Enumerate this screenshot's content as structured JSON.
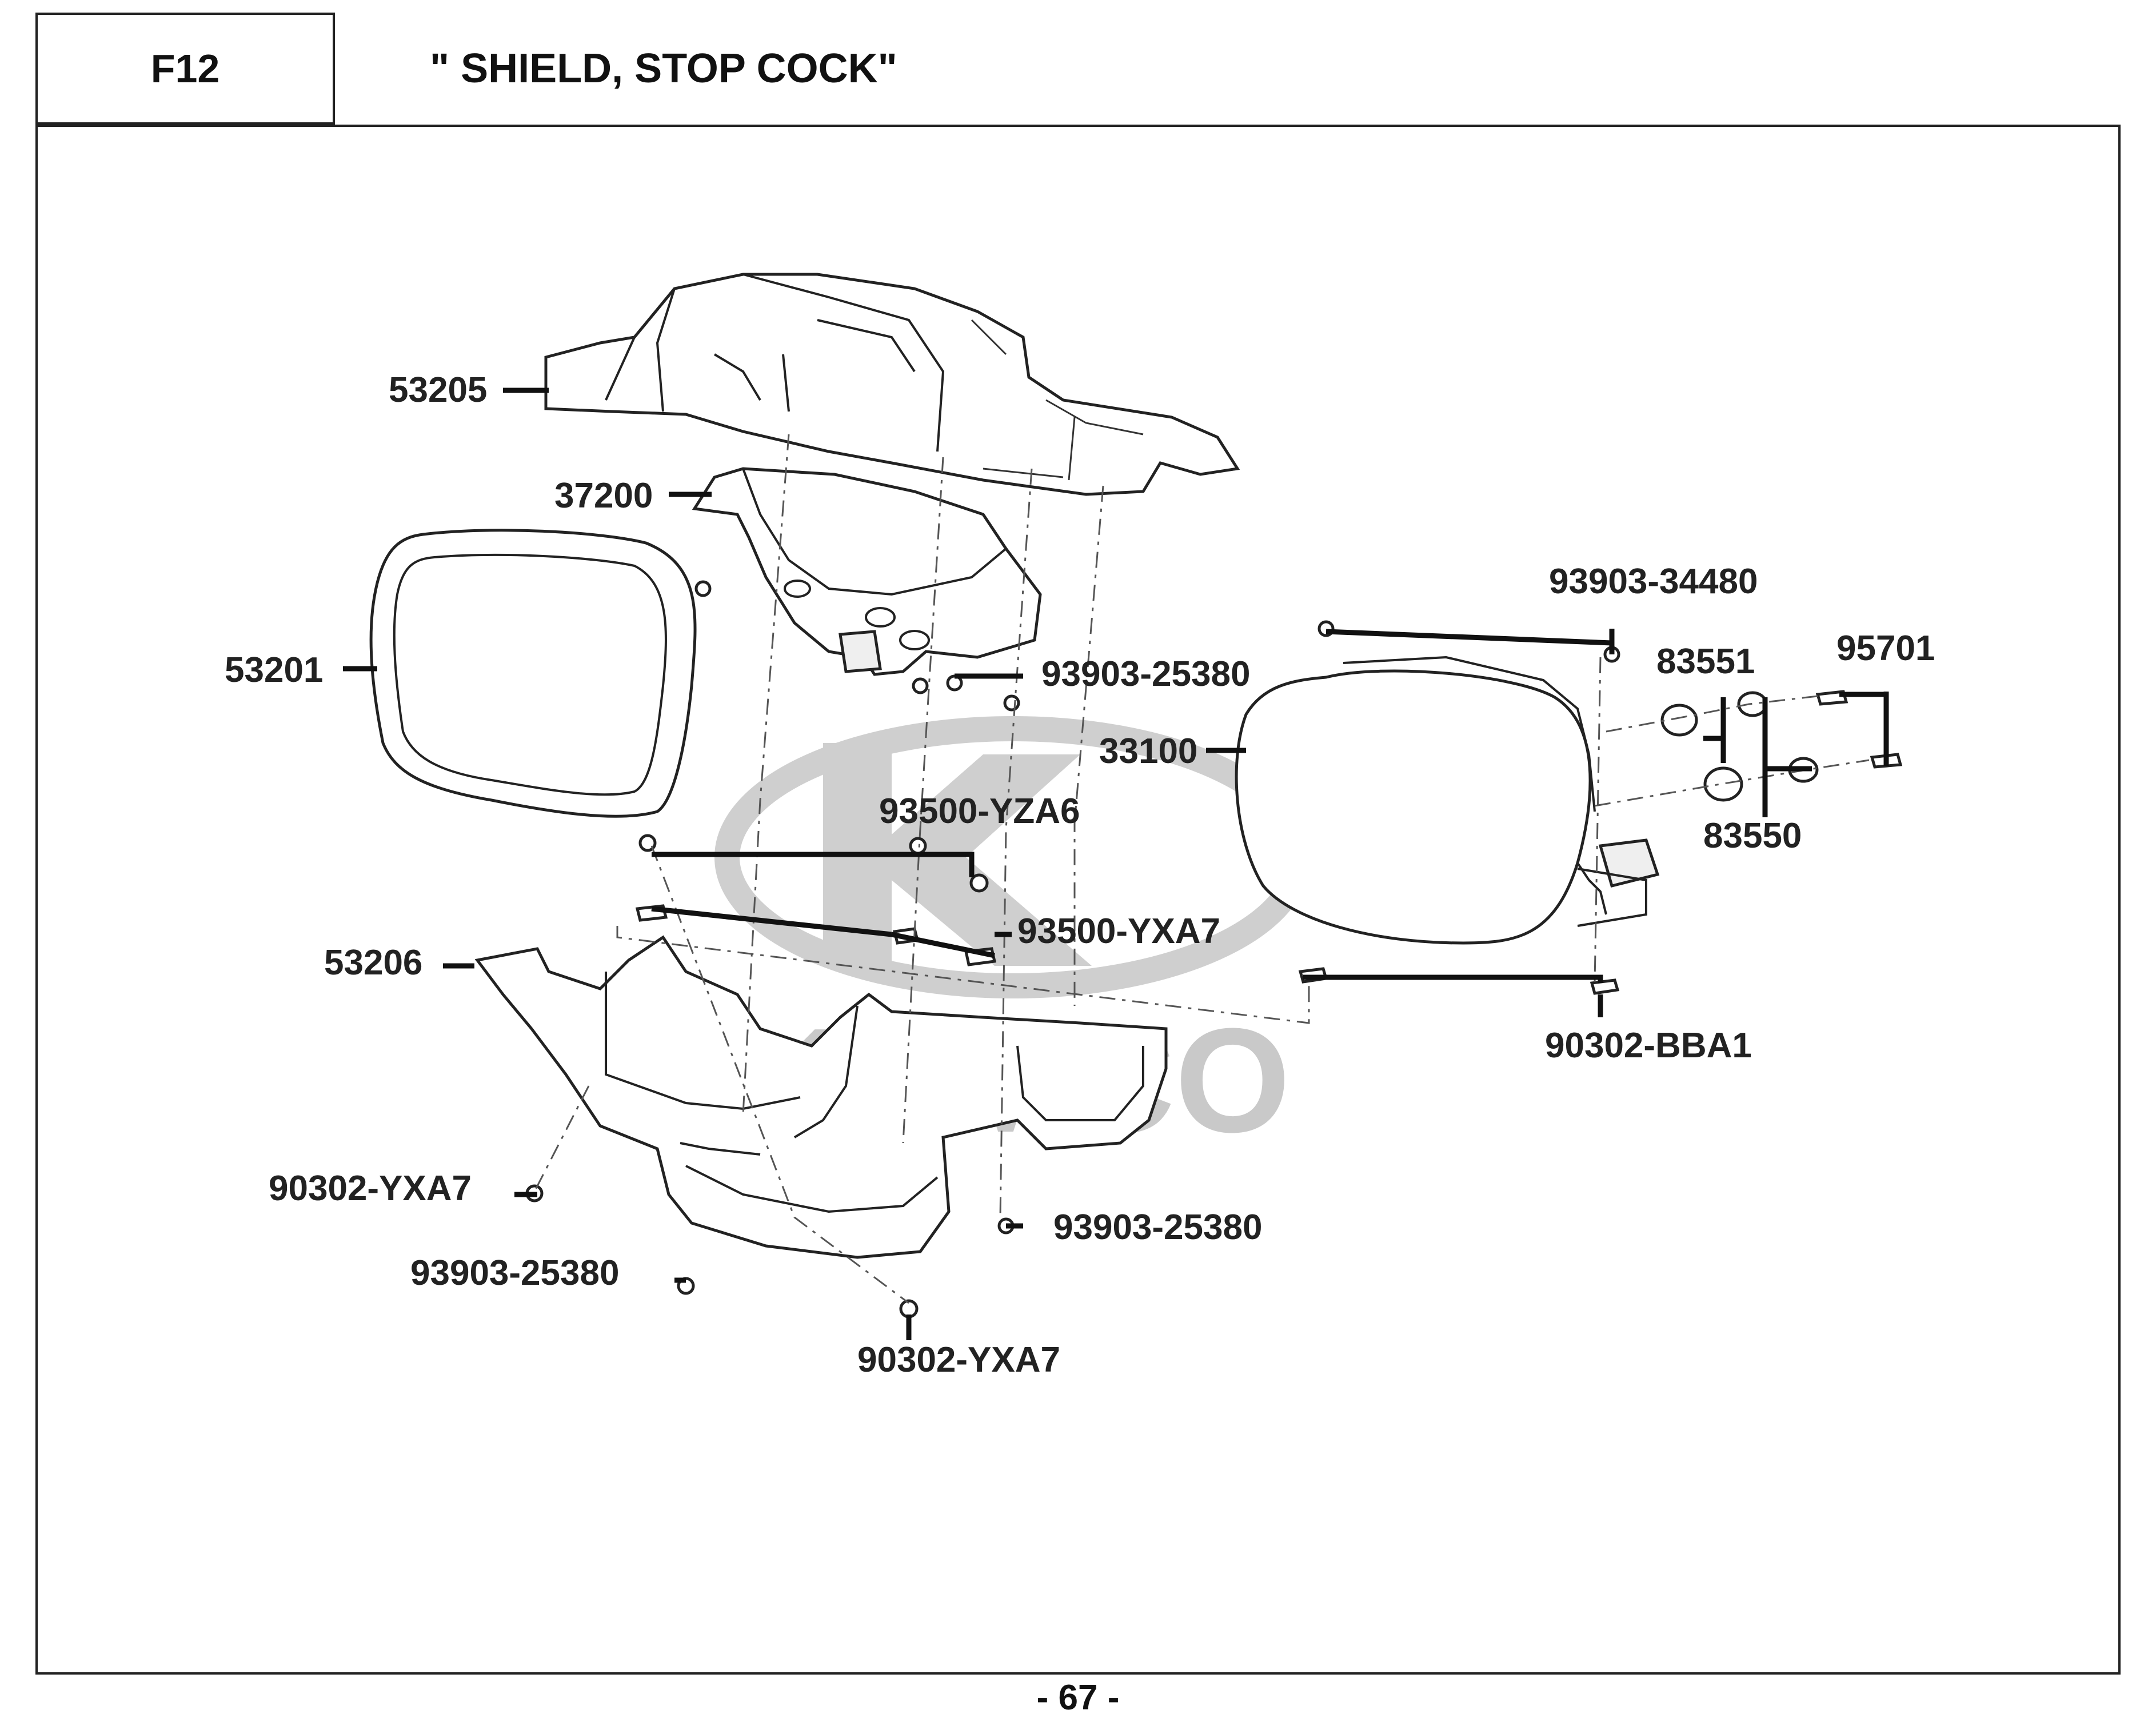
{
  "header": {
    "code": "F12",
    "title": "\" SHIELD, STOP COCK\""
  },
  "page_number": "- 67 -",
  "watermark": {
    "text": "KYMCO"
  },
  "diagram": {
    "parts": [
      {
        "id": "p53205",
        "label": "53205"
      },
      {
        "id": "p37200",
        "label": "37200"
      },
      {
        "id": "p53201",
        "label": "53201"
      },
      {
        "id": "p93903_25380_a",
        "label": "93903-25380"
      },
      {
        "id": "p93903_34480",
        "label": "93903-34480"
      },
      {
        "id": "p83551",
        "label": "83551"
      },
      {
        "id": "p95701",
        "label": "95701"
      },
      {
        "id": "p33100",
        "label": "33100"
      },
      {
        "id": "p93500_YZA6",
        "label": "93500-YZA6"
      },
      {
        "id": "p83550",
        "label": "83550"
      },
      {
        "id": "p93500_YXA7",
        "label": "93500-YXA7"
      },
      {
        "id": "p53206",
        "label": "53206"
      },
      {
        "id": "p90302_BBA1",
        "label": "90302-BBA1"
      },
      {
        "id": "p90302_YXA7_a",
        "label": "90302-YXA7"
      },
      {
        "id": "p93903_25380_b",
        "label": "93903-25380"
      },
      {
        "id": "p93903_25380_c",
        "label": "93903-25380"
      },
      {
        "id": "p90302_YXA7_b",
        "label": "90302-YXA7"
      }
    ]
  }
}
